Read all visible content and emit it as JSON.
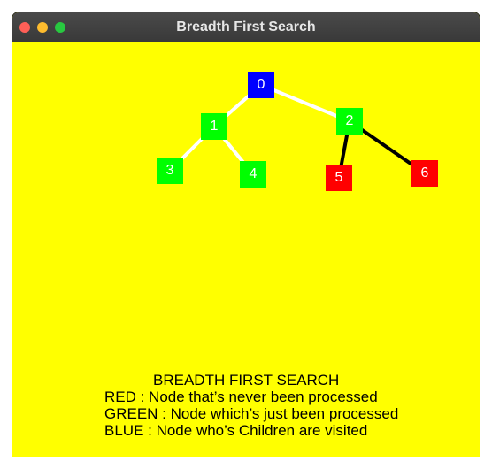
{
  "window": {
    "title": "Breadth First Search"
  },
  "colors": {
    "background": "#ffff00",
    "red": "#ff0000",
    "green": "#00ff00",
    "blue": "#0000ff",
    "edge_visited": "#ffffff",
    "edge_pending": "#000000"
  },
  "graph": {
    "nodes": [
      {
        "id": "0",
        "state": "blue"
      },
      {
        "id": "1",
        "state": "green"
      },
      {
        "id": "2",
        "state": "green"
      },
      {
        "id": "3",
        "state": "green"
      },
      {
        "id": "4",
        "state": "green"
      },
      {
        "id": "5",
        "state": "red"
      },
      {
        "id": "6",
        "state": "red"
      }
    ],
    "edges": [
      {
        "from": "0",
        "to": "1",
        "color": "white"
      },
      {
        "from": "0",
        "to": "2",
        "color": "white"
      },
      {
        "from": "1",
        "to": "3",
        "color": "white"
      },
      {
        "from": "1",
        "to": "4",
        "color": "white"
      },
      {
        "from": "2",
        "to": "5",
        "color": "black"
      },
      {
        "from": "2",
        "to": "6",
        "color": "black"
      }
    ]
  },
  "legend": {
    "heading": "BREADTH FIRST SEARCH",
    "red": "RED : Node that’s never been processed",
    "green": "GREEN : Node which’s just been processed",
    "blue": "BLUE : Node who’s Children are visited"
  }
}
